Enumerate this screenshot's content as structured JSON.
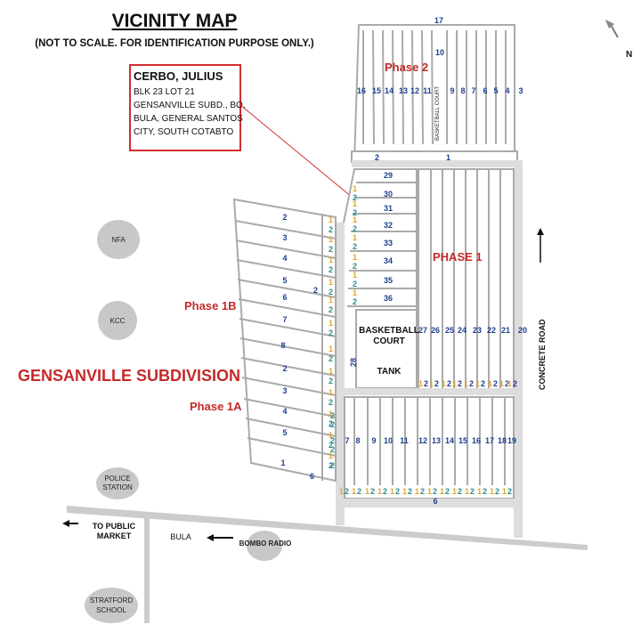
{
  "title": "VICINITY MAP",
  "subtitle": "(NOT TO SCALE. FOR IDENTIFICATION PURPOSE ONLY.)",
  "north_label": "N",
  "owner": {
    "name": "CERBO, JULIUS",
    "address_lines": [
      "BLK 23 LOT 21",
      "GENSANVILLE SUBD., BO.",
      "BULA, GENERAL SANTOS",
      "CITY, SOUTH COTABTO"
    ]
  },
  "phases": {
    "phase2": "Phase 2",
    "phase1": "PHASE 1",
    "phase1b": "Phase 1B",
    "phase1a": "Phase 1A"
  },
  "subdivision": "GENSANVILLE SUBDIVISION",
  "landmarks": {
    "nfa": "NFA",
    "kcc": "KCC",
    "police_1": "POLICE",
    "police_2": "STATION",
    "bula": "BULA",
    "to_public_1": "TO PUBLIC",
    "to_public_2": "MARKET",
    "bombo": "BOMBO RADIO",
    "stratford_1": "STRATFORD",
    "stratford_2": "SCHOOL",
    "concrete_road": "CONCRETE ROAD",
    "court_1": "BASKETBALL",
    "court_2": "COURT",
    "tank": "TANK",
    "court_vertical": "BASKETBALL COURT",
    "block_28": "28"
  },
  "blocks": {
    "phase2_top": "17",
    "phase2_10": "10",
    "phase2_row": [
      "16",
      "15",
      "14",
      "13",
      "12",
      "11",
      "9",
      "8",
      "7",
      "6",
      "5",
      "4",
      "3"
    ],
    "phase2_road": [
      "2",
      "1"
    ],
    "phase1_left": [
      "29",
      "30",
      "31",
      "32",
      "33",
      "34",
      "35",
      "36"
    ],
    "phase1_bottom": [
      "27",
      "26",
      "25",
      "24",
      "23",
      "22",
      "21",
      "20"
    ],
    "phase1b": [
      "2",
      "3",
      "4",
      "5",
      "6",
      "7",
      "8",
      "2",
      "3",
      "4",
      "5",
      "1"
    ],
    "phase1b_extra": [
      "2",
      "6"
    ],
    "phase1a_lower": [
      "7",
      "8",
      "9",
      "10",
      "11",
      "12",
      "13",
      "14",
      "15",
      "16",
      "17",
      "18",
      "19"
    ],
    "phase1a_bottom": "6"
  },
  "lot_numbers": {
    "orange": "1",
    "blue": "2"
  }
}
